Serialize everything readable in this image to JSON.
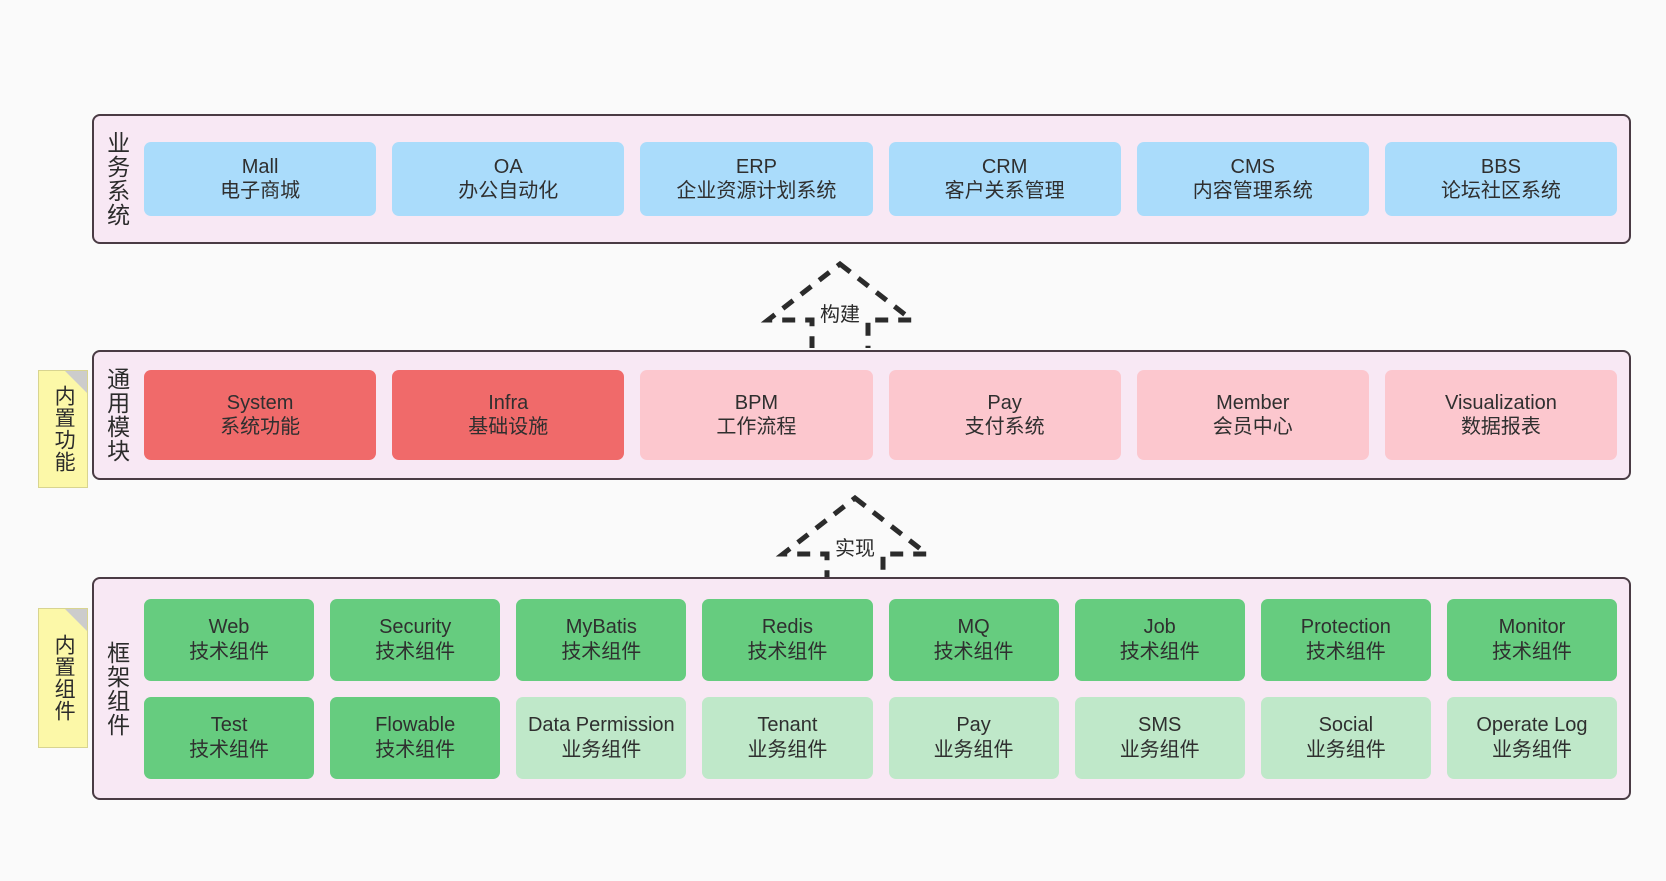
{
  "diagram": {
    "background_color": "#fafafa",
    "layer_fill": "#f8e8f4",
    "layer_border": "#4a3b44",
    "note_fill": "#fcf8a8"
  },
  "layers": [
    {
      "id": "business",
      "title": "业务系统",
      "rows": [
        {
          "cards": [
            {
              "name": "Mall",
              "desc": "电子商城",
              "color": "#aadcfb",
              "palette": "c-blue"
            },
            {
              "name": "OA",
              "desc": "办公自动化",
              "color": "#aadcfb",
              "palette": "c-blue"
            },
            {
              "name": "ERP",
              "desc": "企业资源计划系统",
              "color": "#aadcfb",
              "palette": "c-blue"
            },
            {
              "name": "CRM",
              "desc": "客户关系管理",
              "color": "#aadcfb",
              "palette": "c-blue"
            },
            {
              "name": "CMS",
              "desc": "内容管理系统",
              "color": "#aadcfb",
              "palette": "c-blue"
            },
            {
              "name": "BBS",
              "desc": "论坛社区系统",
              "color": "#aadcfb",
              "palette": "c-blue"
            }
          ]
        }
      ]
    },
    {
      "id": "common",
      "title": "通用模块",
      "rows": [
        {
          "cards": [
            {
              "name": "System",
              "desc": "系统功能",
              "color": "#f06a6a",
              "palette": "c-red"
            },
            {
              "name": "Infra",
              "desc": "基础设施",
              "color": "#f06a6a",
              "palette": "c-red"
            },
            {
              "name": "BPM",
              "desc": "工作流程",
              "color": "#fcc7ce",
              "palette": "c-pink"
            },
            {
              "name": "Pay",
              "desc": "支付系统",
              "color": "#fcc7ce",
              "palette": "c-pink"
            },
            {
              "name": "Member",
              "desc": "会员中心",
              "color": "#fcc7ce",
              "palette": "c-pink"
            },
            {
              "name": "Visualization",
              "desc": "数据报表",
              "color": "#fcc7ce",
              "palette": "c-pink"
            }
          ]
        }
      ]
    },
    {
      "id": "framework",
      "title": "框架组件",
      "rows": [
        {
          "cards": [
            {
              "name": "Web",
              "desc": "技术组件",
              "color": "#66cc7f",
              "palette": "c-green"
            },
            {
              "name": "Security",
              "desc": "技术组件",
              "color": "#66cc7f",
              "palette": "c-green"
            },
            {
              "name": "MyBatis",
              "desc": "技术组件",
              "color": "#66cc7f",
              "palette": "c-green"
            },
            {
              "name": "Redis",
              "desc": "技术组件",
              "color": "#66cc7f",
              "palette": "c-green"
            },
            {
              "name": "MQ",
              "desc": "技术组件",
              "color": "#66cc7f",
              "palette": "c-green"
            },
            {
              "name": "Job",
              "desc": "技术组件",
              "color": "#66cc7f",
              "palette": "c-green"
            },
            {
              "name": "Protection",
              "desc": "技术组件",
              "color": "#66cc7f",
              "palette": "c-green"
            },
            {
              "name": "Monitor",
              "desc": "技术组件",
              "color": "#66cc7f",
              "palette": "c-green"
            }
          ]
        },
        {
          "cards": [
            {
              "name": "Test",
              "desc": "技术组件",
              "color": "#66cc7f",
              "palette": "c-green"
            },
            {
              "name": "Flowable",
              "desc": "技术组件",
              "color": "#66cc7f",
              "palette": "c-green"
            },
            {
              "name": "Data Permission",
              "desc": "业务组件",
              "color": "#bfe8c9",
              "palette": "c-lightgreen"
            },
            {
              "name": "Tenant",
              "desc": "业务组件",
              "color": "#bfe8c9",
              "palette": "c-lightgreen"
            },
            {
              "name": "Pay",
              "desc": "业务组件",
              "color": "#bfe8c9",
              "palette": "c-lightgreen"
            },
            {
              "name": "SMS",
              "desc": "业务组件",
              "color": "#bfe8c9",
              "palette": "c-lightgreen"
            },
            {
              "name": "Social",
              "desc": "业务组件",
              "color": "#bfe8c9",
              "palette": "c-lightgreen"
            },
            {
              "name": "Operate Log",
              "desc": "业务组件",
              "color": "#bfe8c9",
              "palette": "c-lightgreen"
            }
          ]
        }
      ]
    }
  ],
  "notes": [
    {
      "id": "builtin-func",
      "text": "内置功能"
    },
    {
      "id": "builtin-comp",
      "text": "内置组件"
    }
  ],
  "arrows": [
    {
      "id": "build",
      "label": "构建",
      "direction": "up",
      "style": "dashed-hollow"
    },
    {
      "id": "impl",
      "label": "实现",
      "direction": "up",
      "style": "dashed-hollow"
    }
  ]
}
